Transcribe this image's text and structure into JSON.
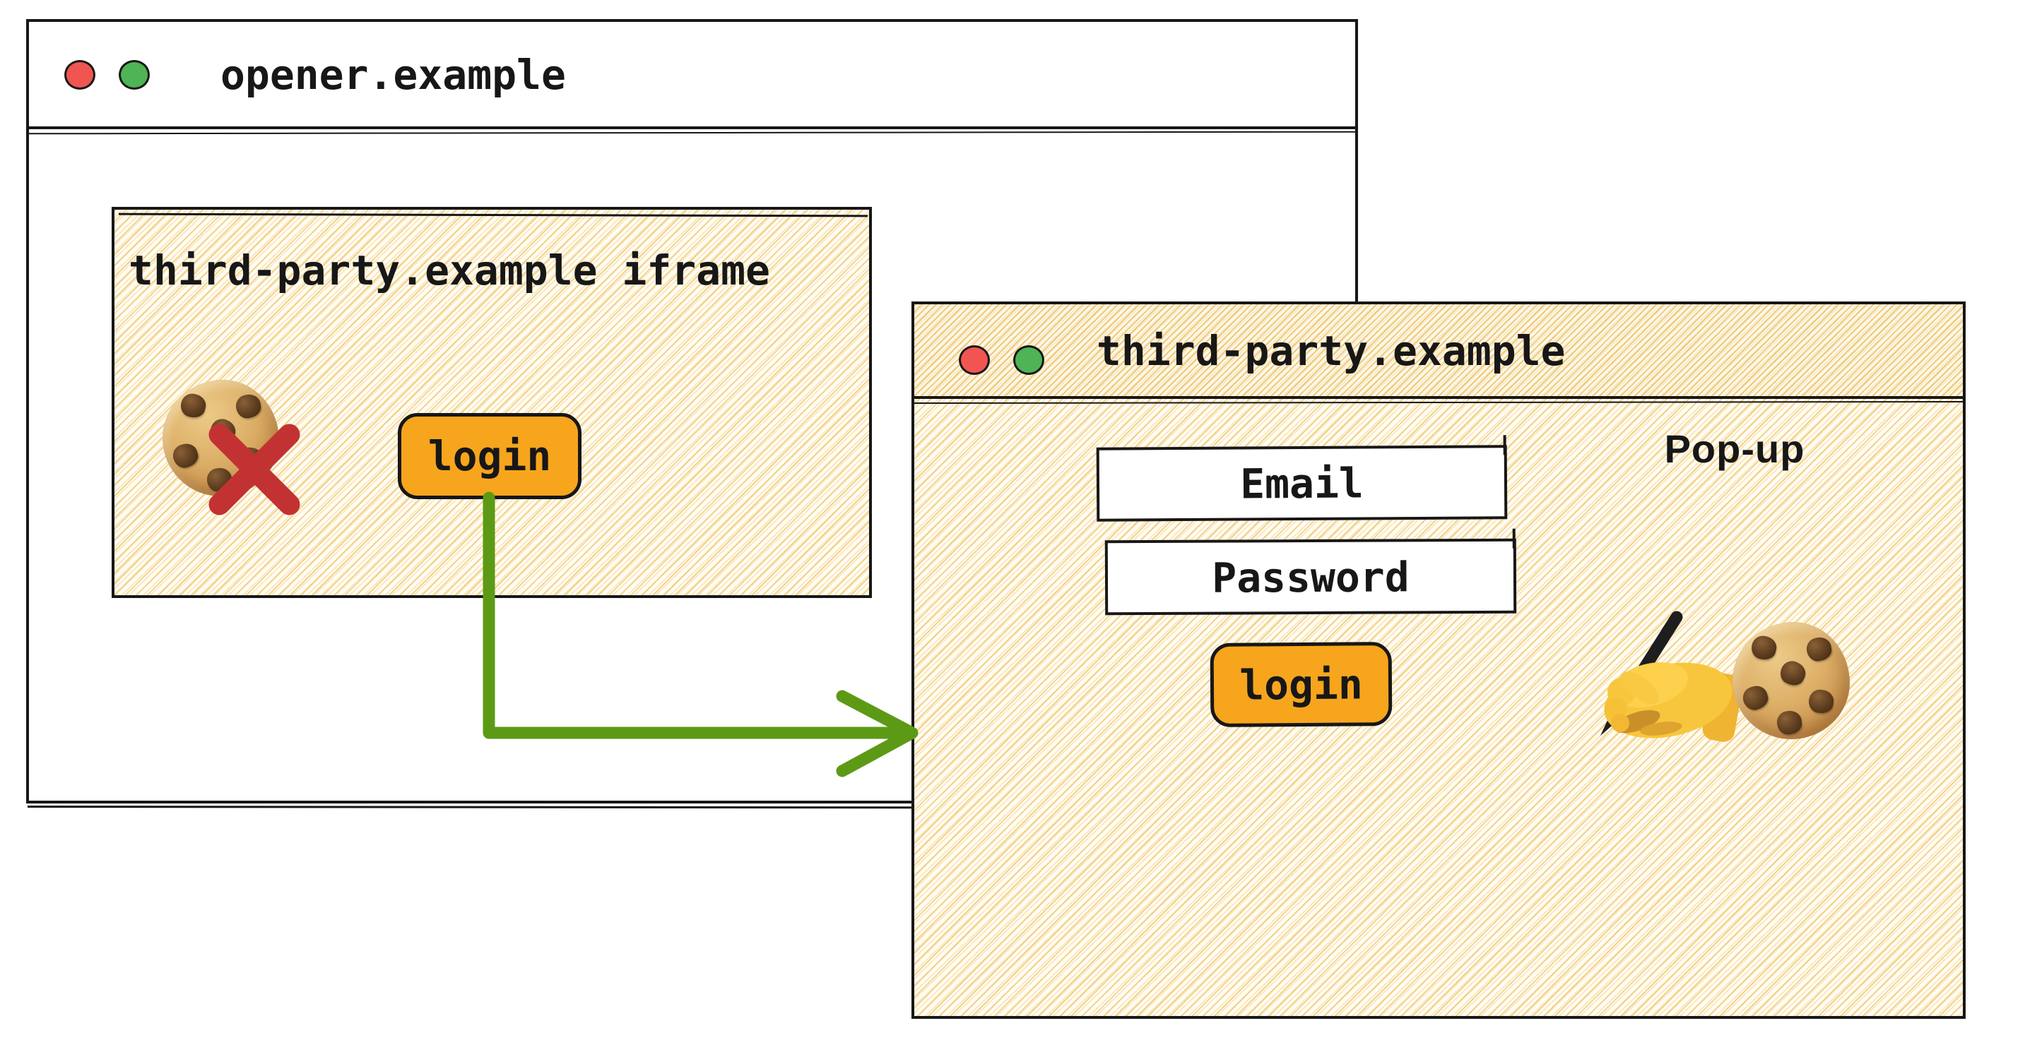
{
  "colors": {
    "ink": "#171717",
    "accent_orange": "#f7a51d",
    "traffic_red": "#f15551",
    "traffic_green": "#4eb456",
    "arrow_green": "#5c9a15",
    "blocked_x_red": "#c23232",
    "hatch_line": "#f3cd81",
    "hatch_background": "#fffdf4"
  },
  "opener_window": {
    "title": "opener.example",
    "traffic_lights": [
      "red",
      "green"
    ],
    "iframe": {
      "label": "third-party.example iframe",
      "login_button": "login",
      "icons": [
        "cookie-emoji",
        "blocked-red-x"
      ]
    }
  },
  "popup_window": {
    "title": "third-party.example",
    "traffic_lights": [
      "red",
      "green"
    ],
    "annotation": "Pop-up",
    "email_field": "Email",
    "password_field": "Password",
    "login_button": "login",
    "icons": [
      "writing-hand-emoji",
      "cookie-emoji"
    ]
  }
}
